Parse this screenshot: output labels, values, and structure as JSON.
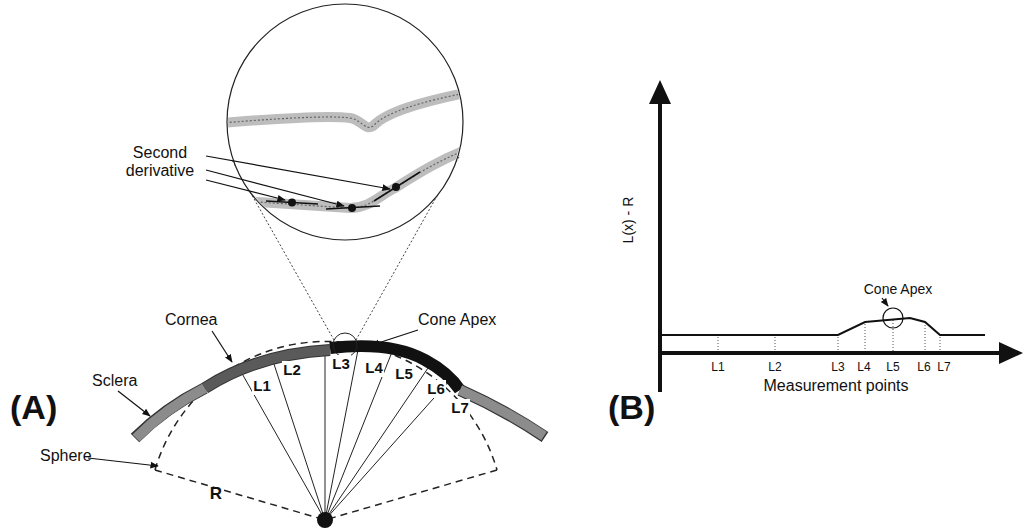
{
  "diagram": {
    "labels": [
      "Second derivative",
      "Cornea",
      "Cone Apex",
      "Sclera",
      "Sphere",
      "R",
      "L1",
      "L2",
      "L3",
      "L4",
      "L5",
      "L6",
      "L7",
      "(A)",
      "L(x) - R",
      "Cone Apex",
      "L1",
      "L2",
      "L3",
      "L4",
      "L5",
      "L6",
      "L7",
      "Measurement points",
      "(B)"
    ]
  }
}
